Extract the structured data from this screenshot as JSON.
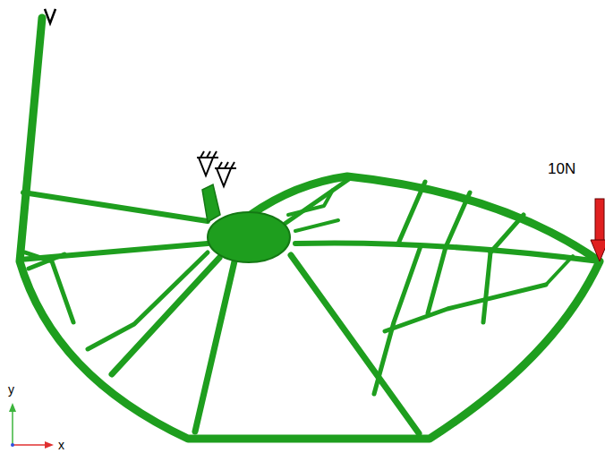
{
  "diagram": {
    "labels": [
      "10N",
      "y",
      "x"
    ]
  }
}
